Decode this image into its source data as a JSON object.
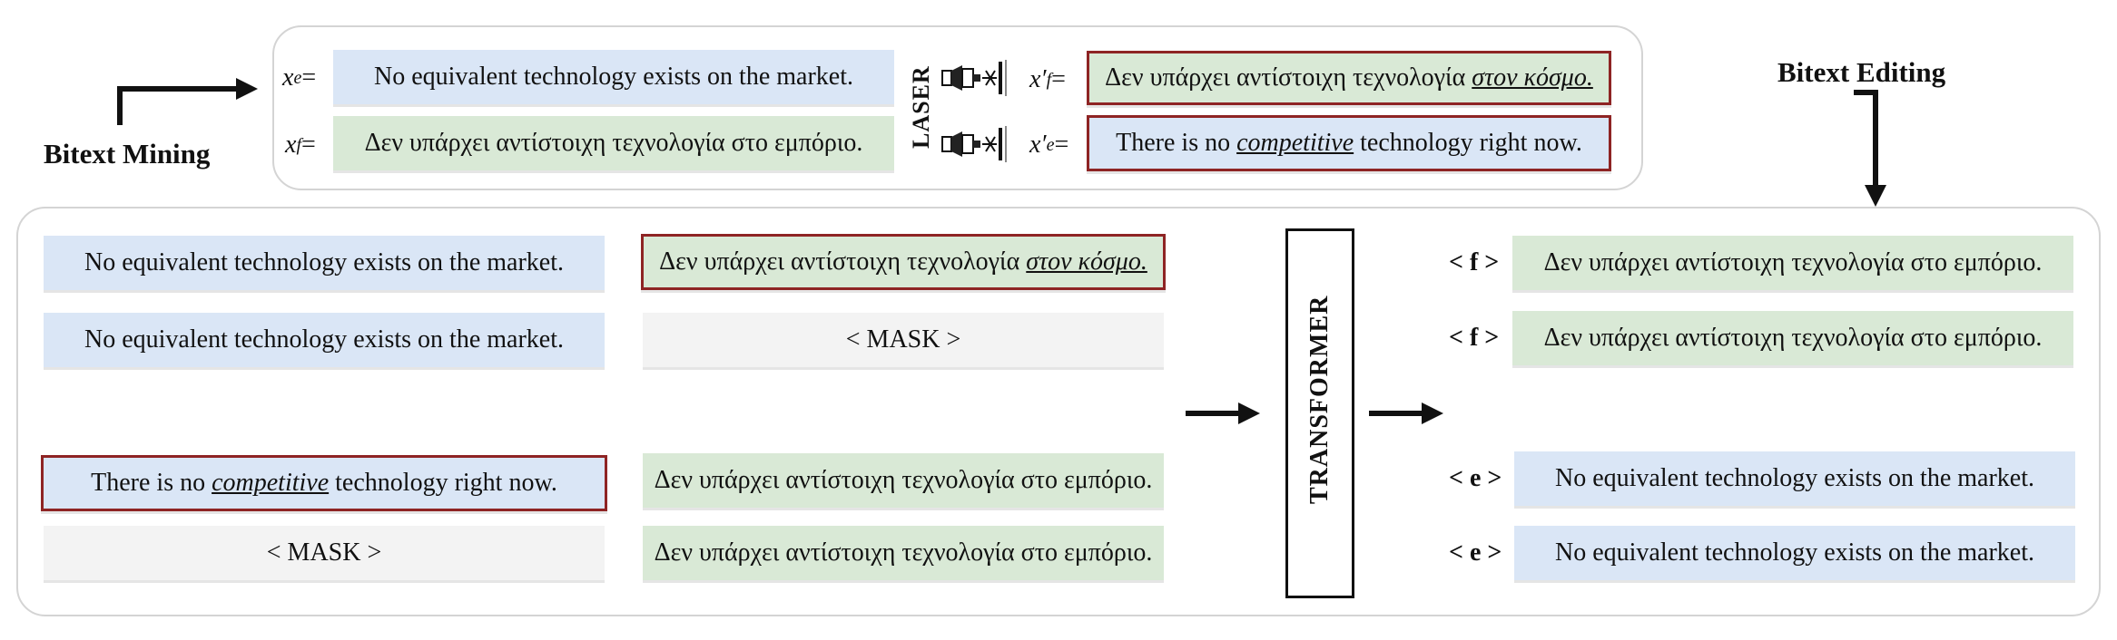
{
  "titles": {
    "mining": "Bitext Mining",
    "editing": "Bitext Editing"
  },
  "top": {
    "xe_label": "x",
    "xe_sub": "e",
    "xf_label": "x",
    "xf_sub": "f",
    "xpf_label": "x′",
    "xpf_sub": "f",
    "xpe_label": "x′",
    "xpe_sub": "e",
    "eq": "=",
    "laser": "LASER",
    "xe_text": "No equivalent technology exists on the market.",
    "xf_text": "Δεν υπάρχει αντίστοιχη τεχνολογία στο εμπόριο.",
    "xpf_prefix": "Δεν υπάρχει αντίστοιχη τεχνολογία ",
    "xpf_emph": "στον κόσμο.",
    "xpe_prefix": "There is no ",
    "xpe_emph": "competitive",
    "xpe_suffix": " technology right now."
  },
  "bottom": {
    "en_sentence": "No equivalent technology exists on the market.",
    "gr_sentence": "Δεν υπάρχει αντίστοιχη τεχνολογία στο εμπόριο.",
    "gr_edit_prefix": "Δεν υπάρχει αντίστοιχη τεχνολογία ",
    "gr_edit_emph": "στον κόσμο.",
    "en_edit_prefix": "There is no ",
    "en_edit_emph": "competitive",
    "en_edit_suffix": " technology right now.",
    "mask": "< MASK >",
    "transformer": "TRANSFORMER",
    "tag_f": "< f >",
    "tag_e": "< e >"
  },
  "colors": {
    "english": "#dae6f6",
    "greek": "#d9e9d6",
    "mask": "#f3f3f3",
    "highlight_border": "#8e2424"
  }
}
